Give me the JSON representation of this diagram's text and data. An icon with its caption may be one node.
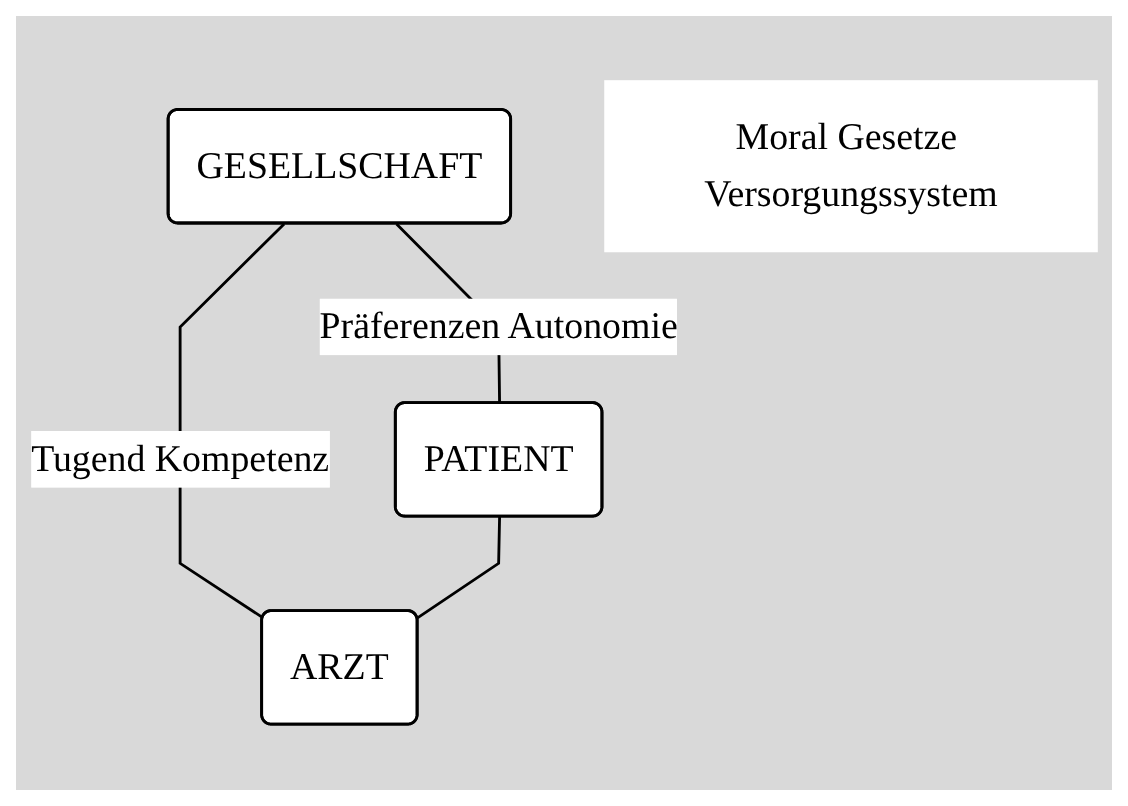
{
  "diagram": {
    "nodes": [
      {
        "text": [
          "GESELLSCHAFT"
        ]
      },
      {
        "text": [
          "Moral Gesetze Versorgungssystem"
        ]
      },
      {
        "text": [
          "PATIENT"
        ]
      },
      {
        "text": [
          "ARZT"
        ]
      }
    ],
    "edges": [
      {
        "from": 0,
        "to": 2,
        "arrow": "none",
        "label": "Präferenzen Autonomie"
      },
      {
        "from": 0,
        "to": 3,
        "arrow": "none",
        "label": "Tugend Kompetenz"
      },
      {
        "from": 2,
        "to": 3,
        "arrow": "none"
      }
    ]
  }
}
